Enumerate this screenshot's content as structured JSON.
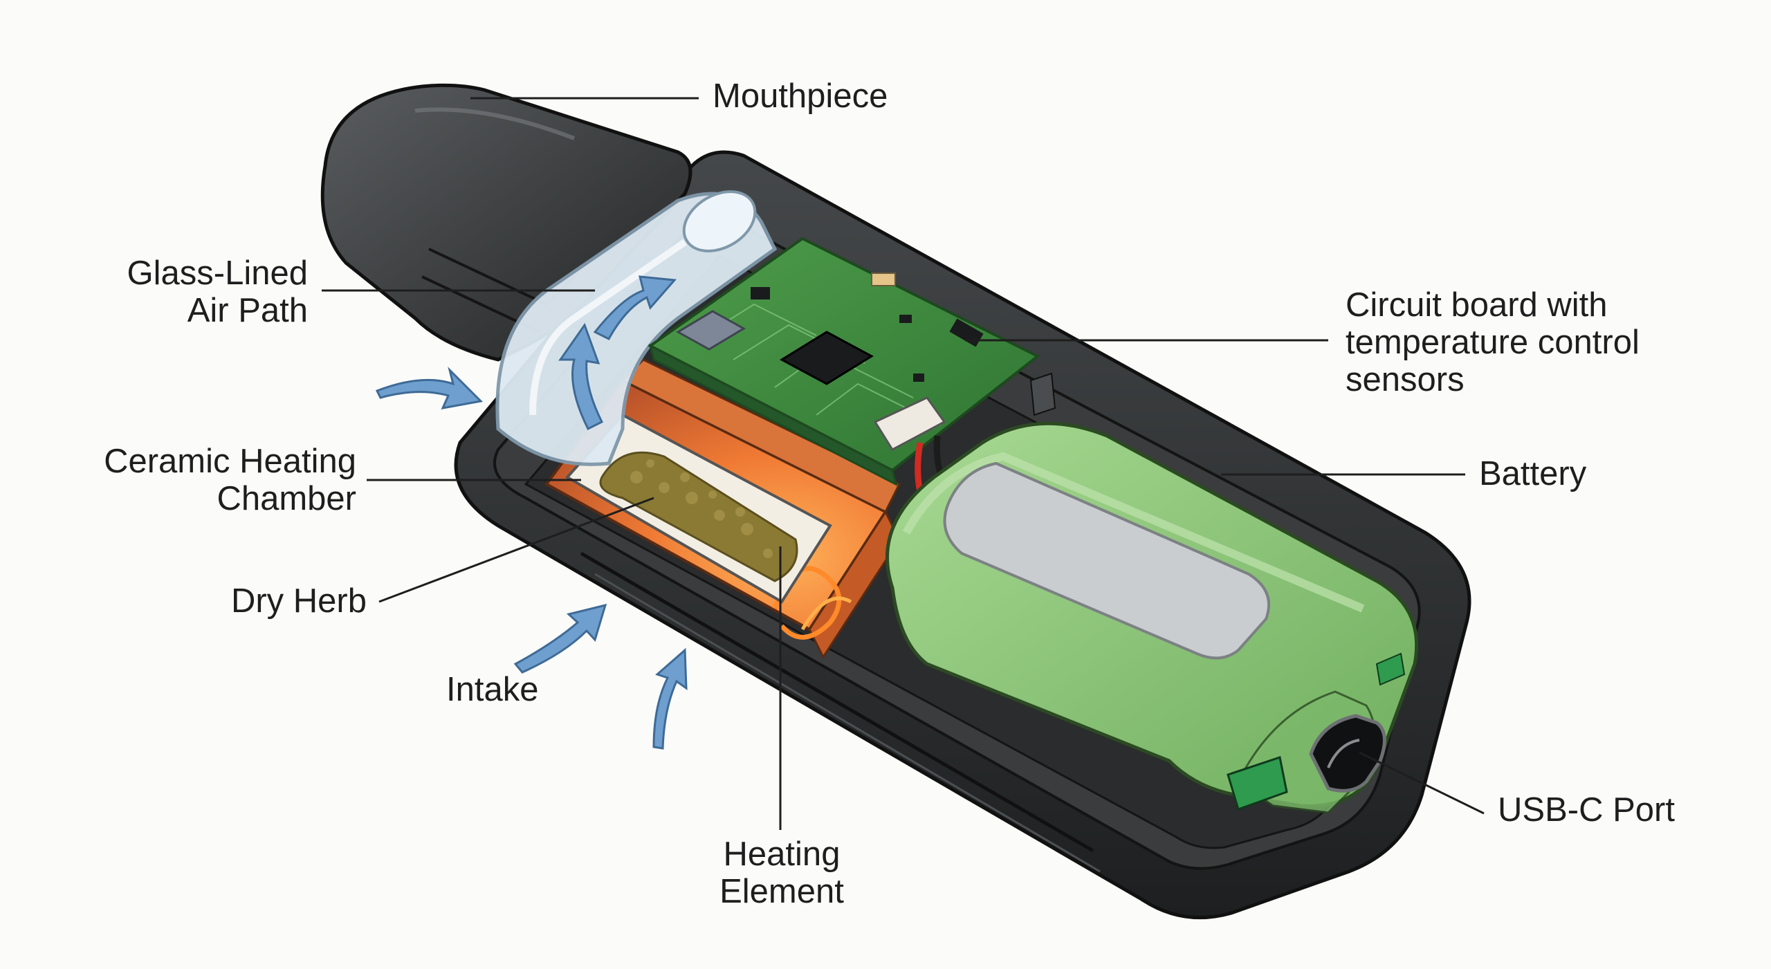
{
  "labels": {
    "mouthpiece": "Mouthpiece",
    "glass_lined_air_path": [
      "Glass-Lined",
      "Air Path"
    ],
    "ceramic_heating_chamber": [
      "Ceramic Heating",
      "Chamber"
    ],
    "dry_herb": "Dry Herb",
    "intake": "Intake",
    "heating_element": [
      "Heating",
      "Element"
    ],
    "circuit_board": [
      "Circuit board with",
      "temperature control",
      "sensors"
    ],
    "battery": "Battery",
    "usb_c_port": "USB-C Port"
  },
  "colors": {
    "background": "#fbfbf9",
    "housing": "#2b2d2e",
    "pcb": "#3f8a3e",
    "battery": "#8cc77a",
    "heater": "#e8662a",
    "air_arrow": "#6f9fcf",
    "glass": "#dde9f2",
    "herb": "#8a7a34"
  }
}
